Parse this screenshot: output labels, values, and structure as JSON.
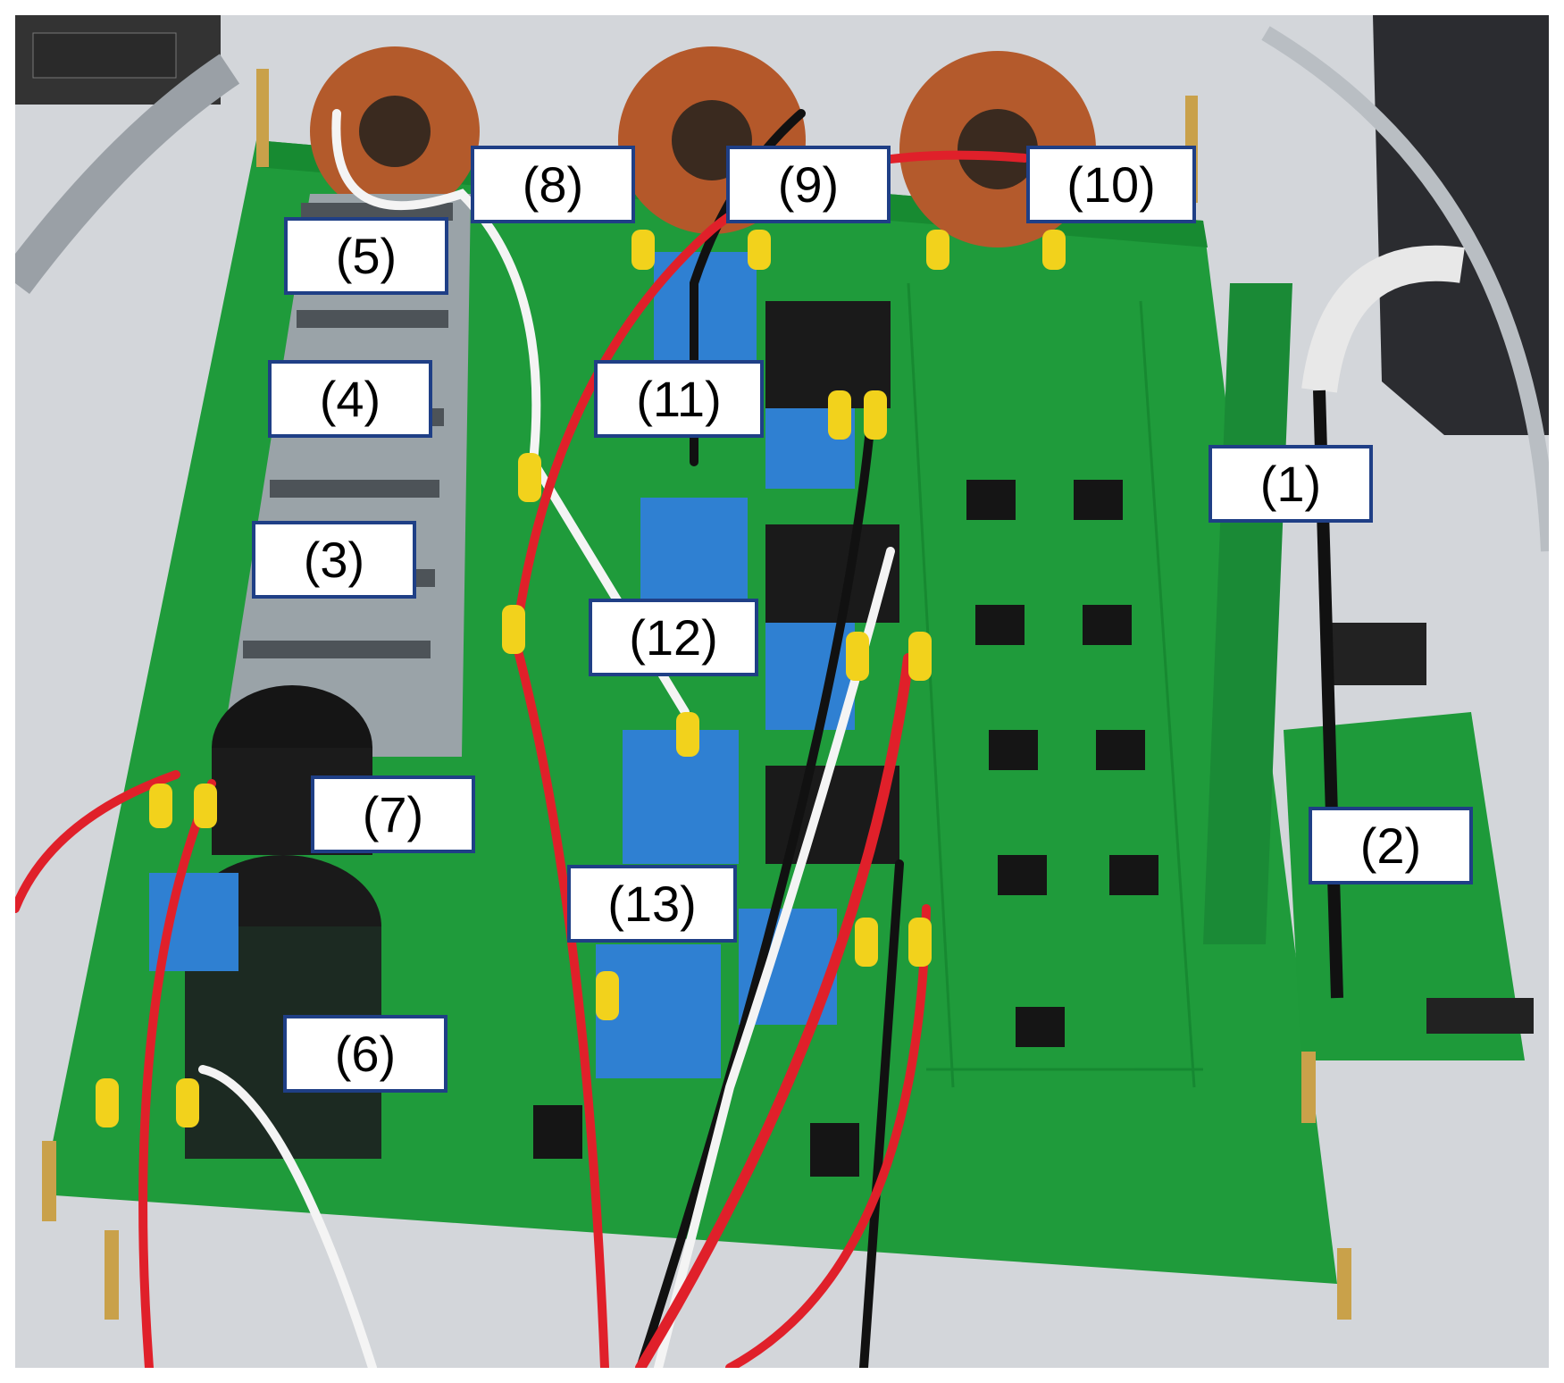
{
  "labels": {
    "l1": "(1)",
    "l2": "(2)",
    "l3": "(3)",
    "l4": "(4)",
    "l5": "(5)",
    "l6": "(6)",
    "l7": "(7)",
    "l8": "(8)",
    "l9": "(9)",
    "l10": "(10)",
    "l11": "(11)",
    "l12": "(12)",
    "l13": "(13)"
  },
  "colors": {
    "pcb": "#1e9a3a",
    "pcb_dark": "#137a2a",
    "copper": "#b5562a",
    "label_border": "#1f3f86",
    "wire_red": "#e0202a",
    "wire_black": "#111111",
    "wire_white": "#f4f4f4",
    "capacitor_blue": "#2f7fd0",
    "terminal_yellow": "#f2d21c"
  }
}
